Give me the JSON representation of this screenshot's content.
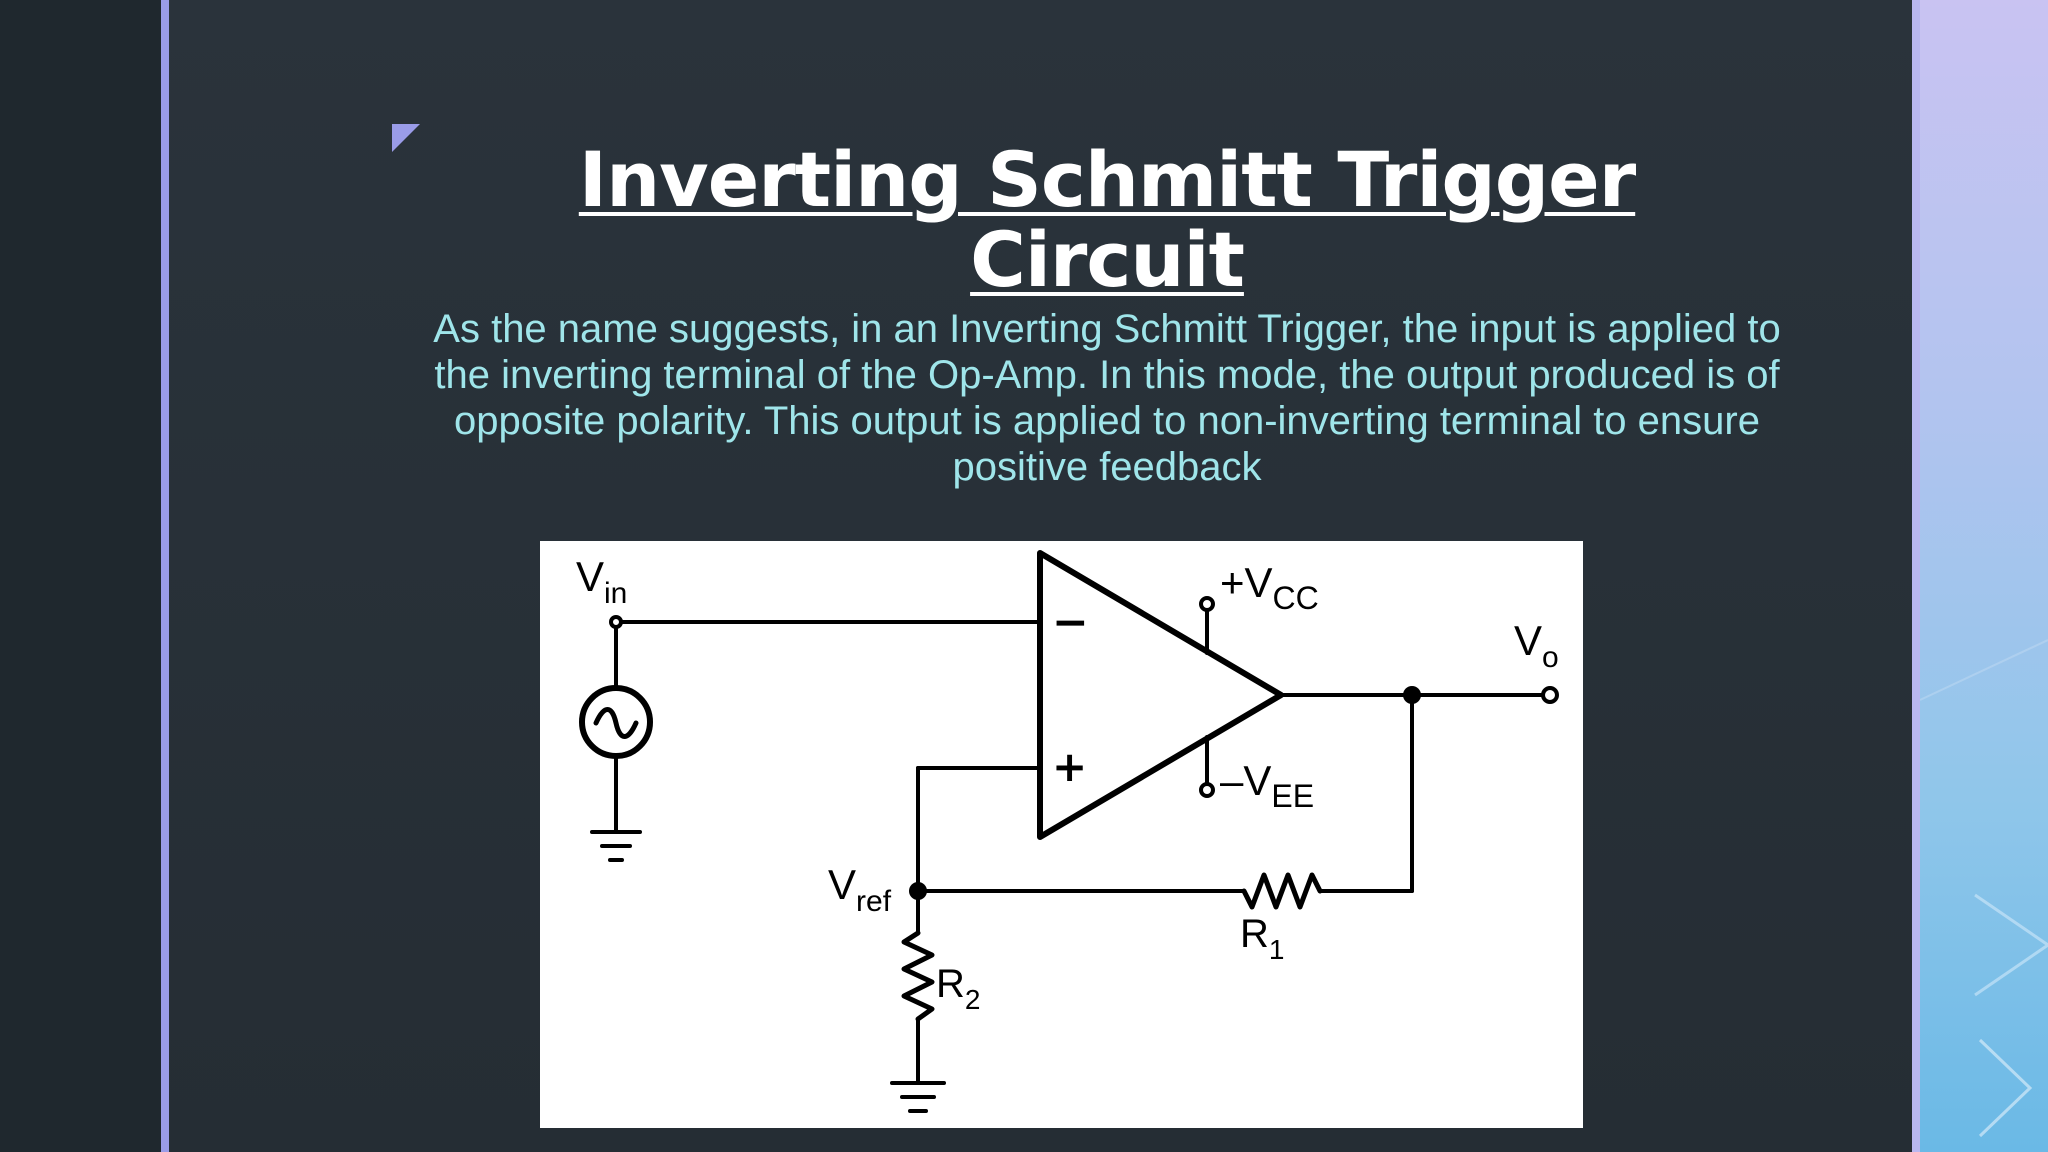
{
  "slide": {
    "title": "Inverting Schmitt Trigger Circuit",
    "body": "As the name suggests, in an Inverting Schmitt Trigger, the input is applied to the inverting terminal of the Op-Amp. In this mode, the output produced is of opposite polarity. This output is applied to non-inverting terminal to ensure positive feedback"
  },
  "circuit": {
    "vin": {
      "main": "V",
      "sub": "in"
    },
    "vcc": {
      "main": "+V",
      "sub": "CC"
    },
    "vee": {
      "main": "–V",
      "sub": "EE"
    },
    "vo": {
      "main": "V",
      "sub": "o"
    },
    "vref": {
      "main": "V",
      "sub": "ref"
    },
    "r1": {
      "main": "R",
      "sub": "1"
    },
    "r2": {
      "main": "R",
      "sub": "2"
    },
    "minus": "−",
    "plus": "+"
  },
  "colors": {
    "accent": "#9a9ce8",
    "body_text": "#9fe5ea",
    "title": "#ffffff",
    "background": "#2a333b"
  },
  "icons": {
    "corner": "triangle-corner-icon"
  }
}
